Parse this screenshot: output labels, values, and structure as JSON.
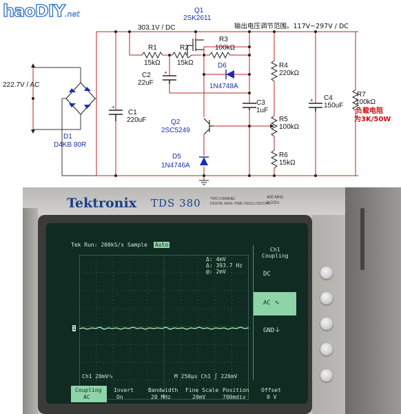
{
  "logo": {
    "text": "haoDIY",
    "suffix": ".net"
  },
  "circuit": {
    "input_voltage": "222.7V / AC",
    "dc_voltage": "303.1V / DC",
    "output_range": "输出电压调节范围。117V~297V / DC",
    "q1": {
      "name": "Q1",
      "part": "2SK2611"
    },
    "q2": {
      "name": "Q2",
      "part": "2SC5249"
    },
    "d1": {
      "name": "D1",
      "part": "D4KB 80R"
    },
    "d5": {
      "name": "D5",
      "part": "1N4746A"
    },
    "d6": {
      "name": "D6",
      "part": "1N4748A"
    },
    "r1": {
      "name": "R1",
      "value": "15kΩ"
    },
    "r2": {
      "name": "R2",
      "value": "15kΩ"
    },
    "r3": {
      "name": "R3",
      "value": "100kΩ"
    },
    "r4": {
      "name": "R4",
      "value": "220kΩ"
    },
    "r5": {
      "name": "R5",
      "value": "100kΩ"
    },
    "r6": {
      "name": "R6",
      "value": "15kΩ"
    },
    "r7": {
      "name": "R7",
      "value": "100kΩ"
    },
    "c1": {
      "name": "C1",
      "value": "220uF"
    },
    "c2": {
      "name": "C2",
      "value": "22uF"
    },
    "c3": {
      "name": "C3",
      "value": "1uF"
    },
    "c4": {
      "name": "C4",
      "value": "150uF"
    },
    "load": {
      "line1": "负载电阻",
      "line2": "为3K/50W"
    }
  },
  "oscilloscope": {
    "brand": "Tektronix",
    "model": "TDS 380",
    "model_sub1": "TWO CHANNEL",
    "model_sub2": "DIGITAL REAL-TIME OSCILLOSCOPE",
    "spec1": "400 MHz",
    "spec2": "2 GS/s",
    "screen": {
      "status": "Tek Run: 200kS/s  Sample",
      "auto": "Auto",
      "meas_delta_v": "Δ: 4mV",
      "meas_at": "Δ: 393.7 Hz",
      "meas_at2": "@: 2mV",
      "ch1_scale": "Ch1  20mV∿",
      "timebase": "M 250µs  Ch1  ∫  226mV",
      "menu_title1": "Ch1",
      "menu_title2": "Coupling",
      "menu": [
        "DC",
        "AC ∿",
        "GND⏚"
      ],
      "bottom_menu": [
        {
          "top": "Coupling",
          "bottom": "AC"
        },
        {
          "top": "Invert",
          "bottom": "On"
        },
        {
          "top": "Bandwidth",
          "bottom": "20 MHz"
        },
        {
          "top": "Fine Scale",
          "bottom": "20mV"
        },
        {
          "top": "Position",
          "bottom": "700mdiv"
        },
        {
          "top": "Offset",
          "bottom": "0 V"
        }
      ]
    }
  }
}
